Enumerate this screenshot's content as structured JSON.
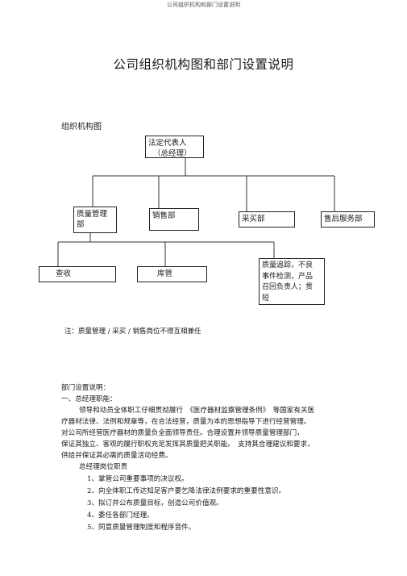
{
  "header": {
    "doc_title": "公司组织机构和部门设置说明"
  },
  "title": "公司组织机构图和部门设置说明",
  "org_chart": {
    "label": "组织机构图",
    "root": {
      "line1": "法定代表人",
      "line2": "（总经理）"
    },
    "departments": [
      "质量管理部",
      "销售部",
      "采买部",
      "售后服务部"
    ],
    "sub_units": [
      "查收",
      "库管"
    ],
    "quality_box": {
      "line1": "质量追踪，不良",
      "line2": "事件检测，产品",
      "line3": "召回负责人；贯",
      "line4": "短"
    }
  },
  "note": "注：质量管理 / 采买 / 销售岗位不得互相兼任",
  "description": {
    "heading": "部门设置说明：",
    "gm_title": "一、总经理职能：",
    "gm_para": [
      "领导和动员全体职工仔细贯彻履行　《医疗器材监察管理条例》　等国家有关医",
      "疗器材法律、法例和规章等，在合法经营，质量为本的思想指导下进行经营管理。",
      "对公司所经营医疗器材的质量负全面领导责任。合理设置并领导质量管理部门，",
      "保证其独立、客观的履行职权充足发挥其质量把关职能。　支持其合理建议和要求，",
      "供给并保证其必需的质量活动经费。"
    ],
    "duty_title": "总经理岗位职责",
    "duties": [
      "1、掌管公司重要事项的决议权。",
      "2、向全体职工传达知足客户要乞降法律法例要求的重要性意识。",
      "3、拟订并公布质量目标，创造公司价值观。",
      "4、委任各部门经理。",
      "5、同意质量管理制度和程序音件。"
    ]
  }
}
